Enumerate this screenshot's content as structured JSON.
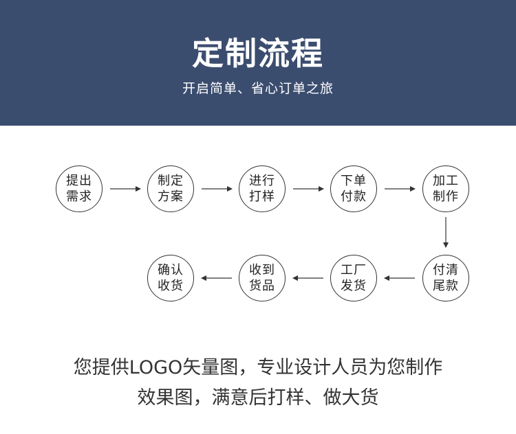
{
  "header": {
    "title": "定制流程",
    "subtitle": "开启简单、省心订单之旅"
  },
  "steps": [
    {
      "line1": "提出",
      "line2": "需求"
    },
    {
      "line1": "制定",
      "line2": "方案"
    },
    {
      "line1": "进行",
      "line2": "打样"
    },
    {
      "line1": "下单",
      "line2": "付款"
    },
    {
      "line1": "加工",
      "line2": "制作"
    },
    {
      "line1": "付清",
      "line2": "尾款"
    },
    {
      "line1": "工厂",
      "line2": "发货"
    },
    {
      "line1": "收到",
      "line2": "货品"
    },
    {
      "line1": "确认",
      "line2": "收货"
    }
  ],
  "caption": {
    "line1": "您提供LOGO矢量图，专业设计人员为您制作",
    "line2": "效果图，满意后打样、做大货"
  },
  "colors": {
    "banner": "#3b4d6f",
    "stroke": "#333333"
  }
}
